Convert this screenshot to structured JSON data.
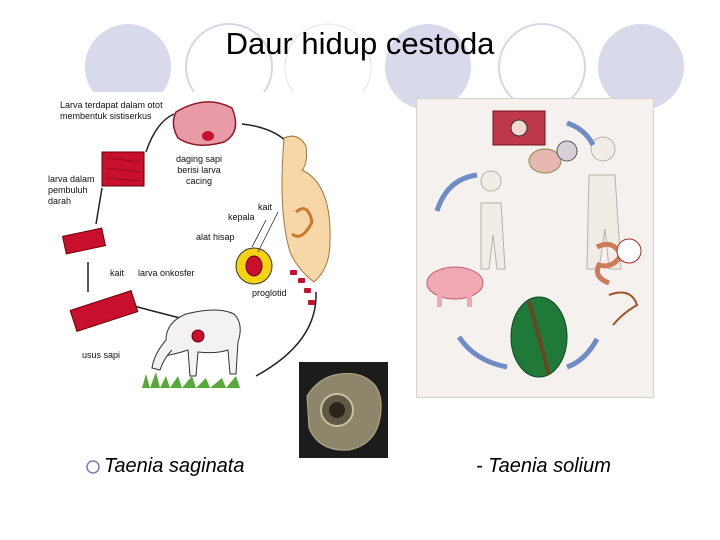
{
  "slide": {
    "title": "Daur hidup cestoda"
  },
  "left_diagram": {
    "labels": {
      "larva_otot": "Larva terdapat dalam otot\nmembentuk sistiserkus",
      "daging_sapi": "daging sapi\nberisi larva\ncacing",
      "larva_pembuluh": "larva dalam\npembuluh\ndarah",
      "kait_top": "kait",
      "kepala": "kepala",
      "alat_hisap": "alat hisap",
      "kait_bottom": "kait",
      "larva_onkosfer": "larva onkosfer",
      "proglotid": "proglotid",
      "usus_sapi": "usus sapi"
    }
  },
  "captions": {
    "left": "Taenia saginata",
    "right": "- Taenia solium"
  },
  "colors": {
    "circle_fill": "#d9d9ec",
    "circle_outline": "#d1d1e6",
    "bullet": "#7a7ab8",
    "muscle_red": "#c8102e"
  }
}
